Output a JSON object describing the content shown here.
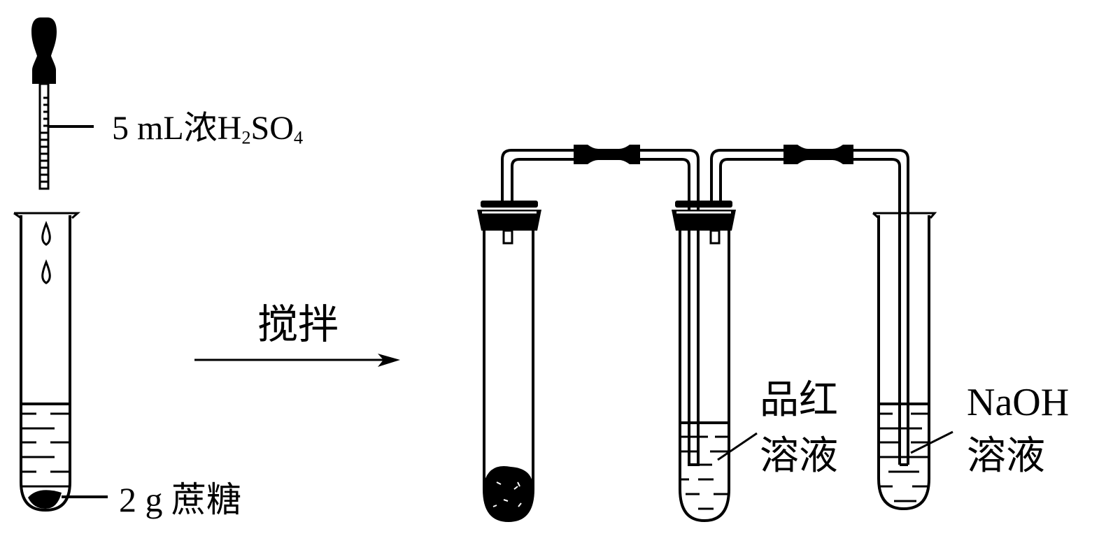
{
  "figure": {
    "type": "chemistry apparatus diagram",
    "colors": {
      "ink": "#000000",
      "background": "#ffffff"
    }
  },
  "labels": {
    "dropper": {
      "prefix": "5 mL浓H",
      "sub1": "2",
      "mid": "SO",
      "sub2": "4"
    },
    "sucrose": "2 g 蔗糖",
    "arrow": "搅拌",
    "pinhong_line1": "品红",
    "pinhong_line2": "溶液",
    "naoh_line1": "NaOH",
    "naoh_line2": "溶液"
  },
  "apparatus": [
    {
      "name": "dropper",
      "content": "concentrated H2SO4"
    },
    {
      "name": "test-tube-1",
      "content": "sucrose with drops"
    },
    {
      "name": "reaction-tube",
      "content": "charred sucrose"
    },
    {
      "name": "pinhong-tube",
      "content": "品红溶液"
    },
    {
      "name": "naoh-tube",
      "content": "NaOH溶液"
    }
  ]
}
